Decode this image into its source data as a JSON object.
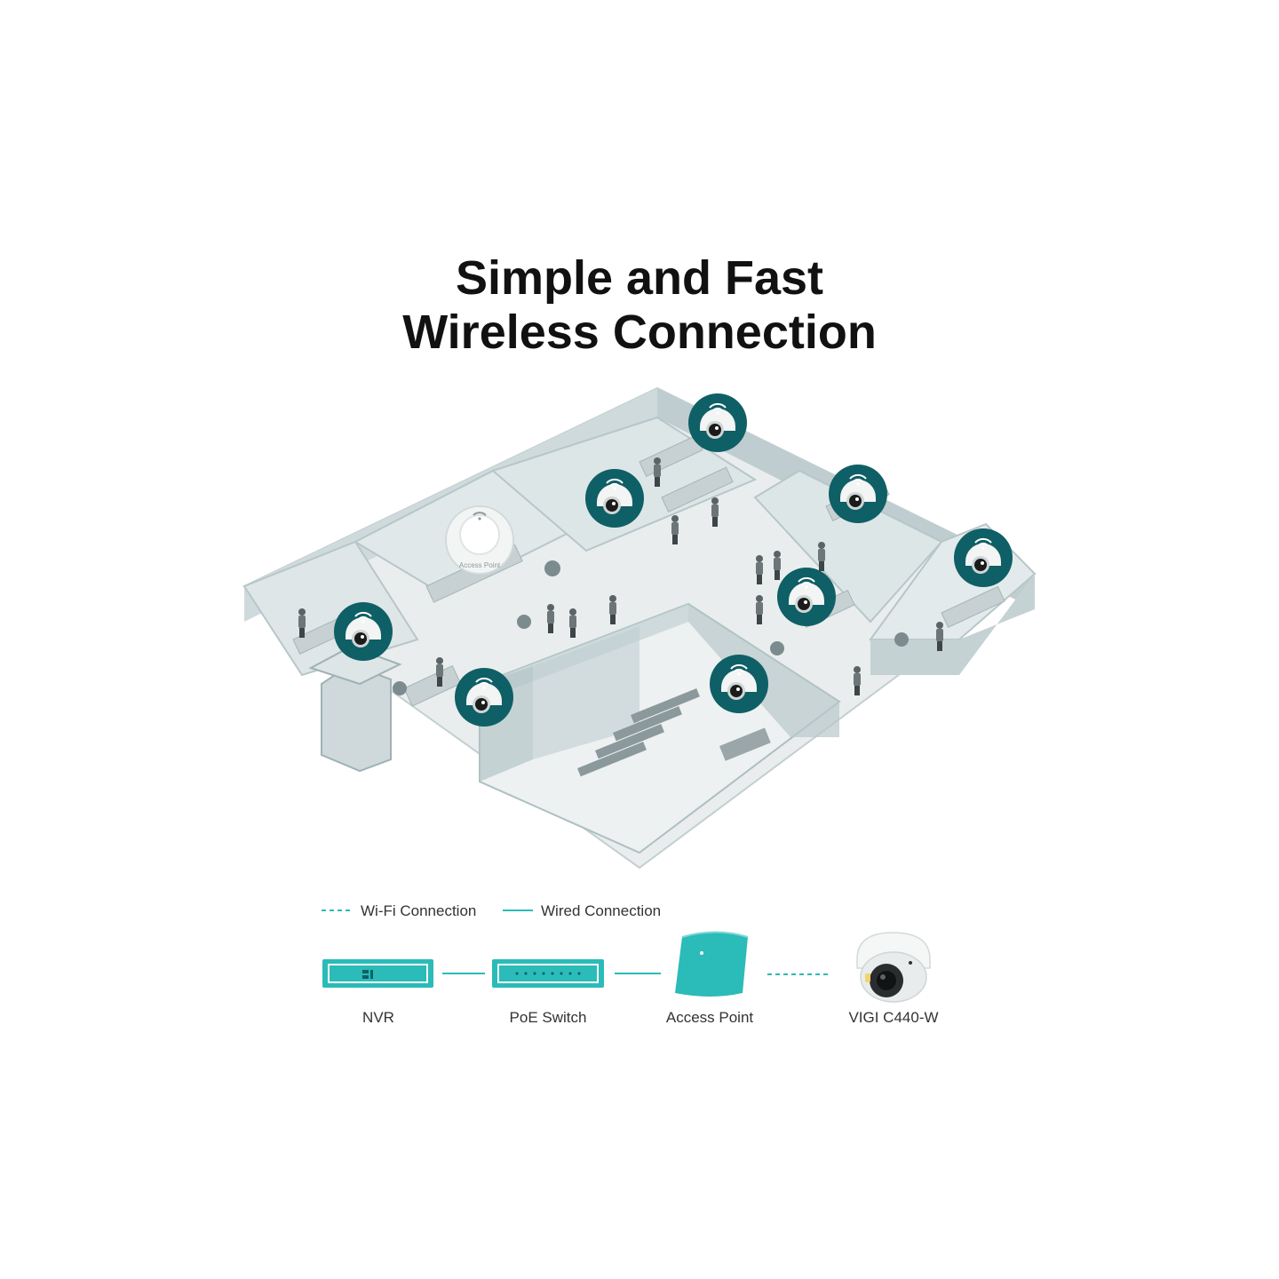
{
  "title": {
    "line1": "Simple and Fast",
    "line2": "Wireless Connection"
  },
  "floorplan": {
    "access_point_tag": "Access Point"
  },
  "legend": {
    "wifi": "Wi-Fi Connection",
    "wired": "Wired Connection"
  },
  "devices": {
    "nvr": "NVR",
    "poe_switch": "PoE Switch",
    "access_point": "Access Point",
    "camera": "VIGI C440-W"
  },
  "colors": {
    "accent": "#2bbbb8",
    "camera_badge": "#0f5f66",
    "floor": "#e9eded",
    "wall": "#c9d6d8",
    "wall_dark": "#aebfc2"
  }
}
